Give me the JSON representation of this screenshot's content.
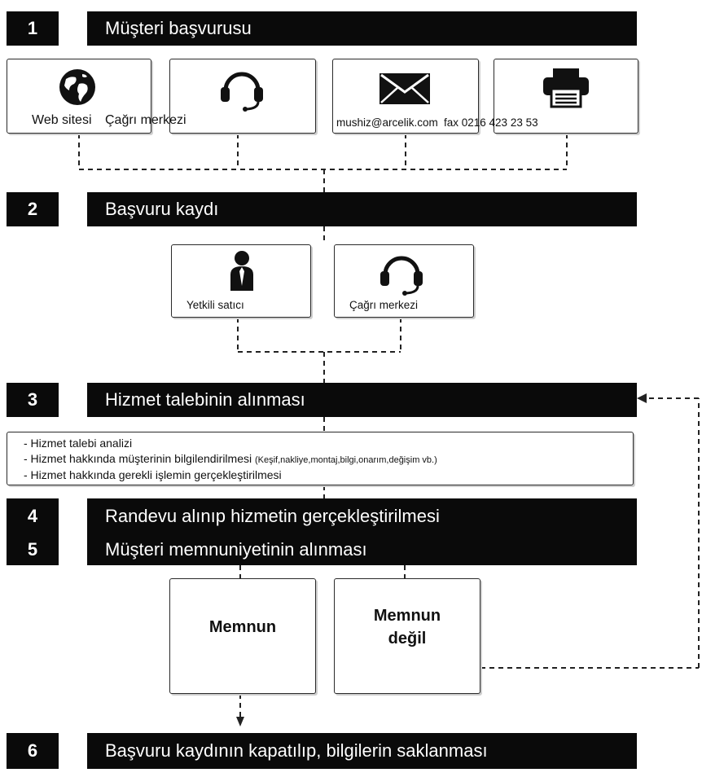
{
  "steps": [
    {
      "number": "1",
      "title": "Müşteri başvurusu"
    },
    {
      "number": "2",
      "title": "Başvuru kaydı"
    },
    {
      "number": "3",
      "title": "Hizmet talebinin alınması"
    },
    {
      "number": "4",
      "title": "Randevu alınıp hizmetin gerçekleştirilmesi"
    },
    {
      "number": "5",
      "title": "Müşteri memnuniyetinin alınması"
    },
    {
      "number": "6",
      "title": "Başvuru kaydının kapatılıp, bilgilerin saklanması"
    }
  ],
  "channels": {
    "web": "Web sitesi",
    "call_center": "Çağrı merkezi",
    "email": "mushiz@arcelik.com",
    "fax": "fax 0216 423 23 53"
  },
  "registration": {
    "dealer": "Yetkili satıcı",
    "call_center": "Çağrı merkezi"
  },
  "service_info": {
    "line1": "- Hizmet talebi analizi",
    "line2": "- Hizmet hakkında müşterinin bilgilendirilmesi",
    "line2_note": "(Keşif,nakliye,montaj,bilgi,onarım,değişim vb.)",
    "line3": "- Hizmet hakkında gerekli işlemin gerçekleştirilmesi"
  },
  "satisfaction": {
    "yes": "Memnun",
    "no_line1": "Memnun",
    "no_line2": "değil"
  },
  "icons": [
    "globe-icon",
    "headset-icon",
    "envelope-icon",
    "fax-icon",
    "person-icon",
    "headset-icon"
  ]
}
